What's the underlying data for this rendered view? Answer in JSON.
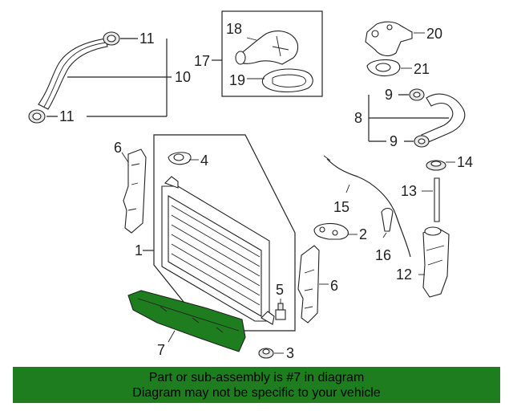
{
  "callouts": [
    {
      "id": "c1",
      "text": "1"
    },
    {
      "id": "c2",
      "text": "2"
    },
    {
      "id": "c3",
      "text": "3"
    },
    {
      "id": "c4",
      "text": "4"
    },
    {
      "id": "c5",
      "text": "5"
    },
    {
      "id": "c6a",
      "text": "6"
    },
    {
      "id": "c6b",
      "text": "6"
    },
    {
      "id": "c7",
      "text": "7"
    },
    {
      "id": "c8",
      "text": "8"
    },
    {
      "id": "c9a",
      "text": "9"
    },
    {
      "id": "c9b",
      "text": "9"
    },
    {
      "id": "c10",
      "text": "10"
    },
    {
      "id": "c11a",
      "text": "11"
    },
    {
      "id": "c11b",
      "text": "11"
    },
    {
      "id": "c12",
      "text": "12"
    },
    {
      "id": "c13",
      "text": "13"
    },
    {
      "id": "c14",
      "text": "14"
    },
    {
      "id": "c15",
      "text": "15"
    },
    {
      "id": "c16",
      "text": "16"
    },
    {
      "id": "c17",
      "text": "17"
    },
    {
      "id": "c18",
      "text": "18"
    },
    {
      "id": "c19",
      "text": "19"
    },
    {
      "id": "c20",
      "text": "20"
    },
    {
      "id": "c21",
      "text": "21"
    }
  ],
  "highlight_color": "#1e7d1e",
  "banner": {
    "line1": "Part or sub-assembly is #7 in diagram",
    "line2": "Diagram may not be specific to your vehicle"
  }
}
